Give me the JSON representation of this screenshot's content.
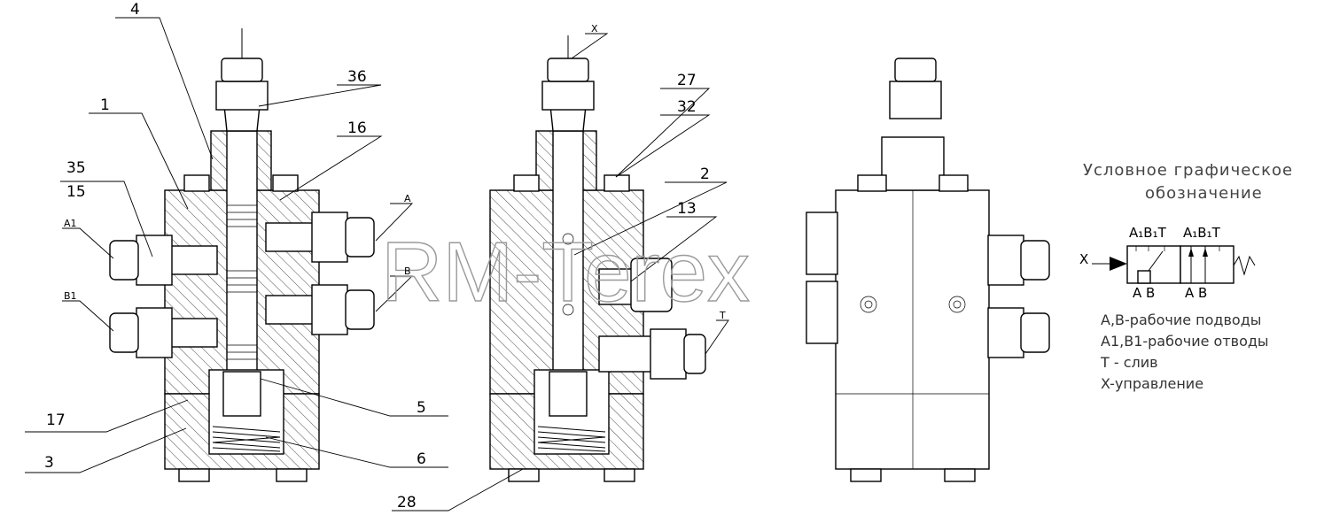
{
  "callouts": {
    "c1": "1",
    "c2": "2",
    "c3": "3",
    "c4": "4",
    "c5": "5",
    "c6": "6",
    "c13": "13",
    "c15": "15",
    "c16": "16",
    "c17": "17",
    "c27": "27",
    "c28": "28",
    "c32": "32",
    "c35": "35",
    "c36": "36"
  },
  "ports": {
    "a": "A",
    "b": "B",
    "a1": "A1",
    "b1": "B1",
    "x": "X",
    "t": "T"
  },
  "watermark": "RM-Terex",
  "legend": {
    "title_line1": "Условное графическое",
    "title_line2": "обозначение",
    "symbol_top_left": "A₁B₁T",
    "symbol_top_right": "A₁B₁T",
    "symbol_bottom_left": "A B",
    "symbol_bottom_right": "A B",
    "symbol_x": "X",
    "notes": [
      "A,B-рабочие подводы",
      "A1,B1-рабочие отводы",
      "T - слив",
      "X-управление"
    ]
  }
}
